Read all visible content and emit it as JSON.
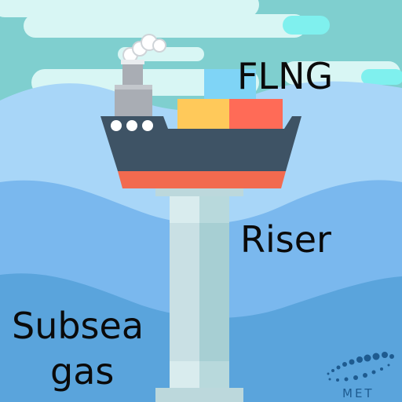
{
  "labels": {
    "flng": "FLNG",
    "riser": "Riser",
    "subsea_line1": "Subsea",
    "subsea_line2": "gas"
  },
  "logo": {
    "text": "MET"
  },
  "colors": {
    "sky": "#7fcfcf",
    "cloud": "#d8f6f4",
    "sea_top": "#a8d6f8",
    "sea_mid": "#7ab8ee",
    "sea_deep": "#5aa4dc",
    "hull": "#3e5365",
    "hull_stripe": "#f26a4f",
    "container_yellow": "#ffc95a",
    "container_red": "#ff6b57",
    "container_blue": "#7fd4f6",
    "funnel": "#a9adb4",
    "riser": "#c9e0e4",
    "riser_shade": "#a7cfd3",
    "logo": "#1e5b90"
  }
}
